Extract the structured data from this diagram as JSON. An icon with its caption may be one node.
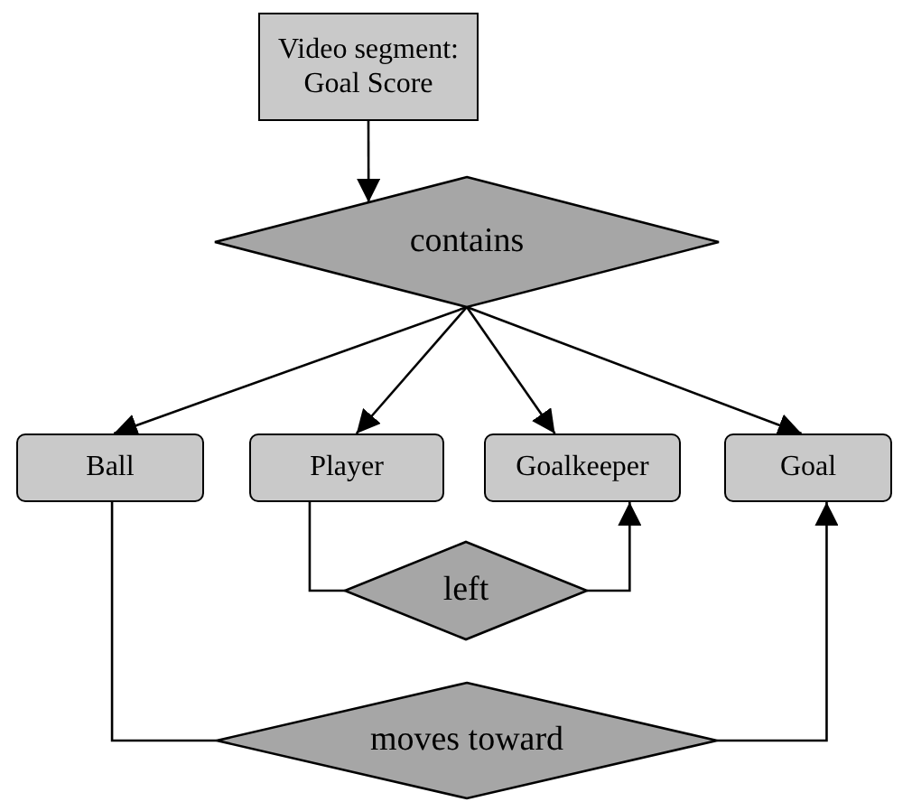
{
  "diagram": {
    "nodes": [
      {
        "text": [
          "Video segment: Goal Score"
        ]
      },
      {
        "text": [
          "contains"
        ]
      },
      {
        "text": [
          "Ball"
        ]
      },
      {
        "text": [
          "Player"
        ]
      },
      {
        "text": [
          "Goalkeeper"
        ]
      },
      {
        "text": [
          "Goal"
        ]
      },
      {
        "text": [
          "left"
        ]
      },
      {
        "text": [
          "moves toward"
        ]
      }
    ],
    "edges": [
      {
        "from": 0,
        "to": 1,
        "arrow": "to"
      },
      {
        "from": 1,
        "to": 2,
        "arrow": "to"
      },
      {
        "from": 1,
        "to": 3,
        "arrow": "to"
      },
      {
        "from": 1,
        "to": 4,
        "arrow": "to"
      },
      {
        "from": 1,
        "to": 5,
        "arrow": "to"
      },
      {
        "from": 3,
        "to": 6,
        "arrow": "none"
      },
      {
        "from": 6,
        "to": 4,
        "arrow": "to"
      },
      {
        "from": 2,
        "to": 7,
        "arrow": "none"
      },
      {
        "from": 7,
        "to": 5,
        "arrow": "to"
      }
    ]
  }
}
